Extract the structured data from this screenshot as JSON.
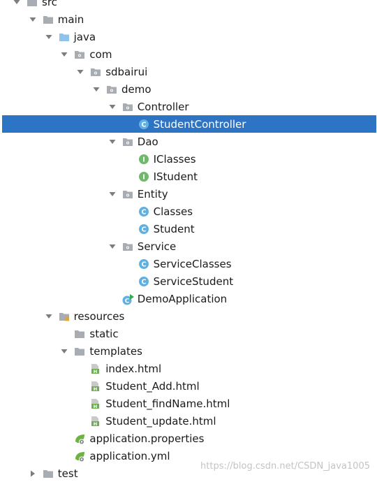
{
  "tree": {
    "nodes": [
      {
        "label": "src",
        "depth": 0,
        "arrow": "down",
        "icon": "folder-icon"
      },
      {
        "label": "main",
        "depth": 1,
        "arrow": "down",
        "icon": "folder-icon"
      },
      {
        "label": "java",
        "depth": 2,
        "arrow": "down",
        "icon": "source-folder-icon"
      },
      {
        "label": "com",
        "depth": 3,
        "arrow": "down",
        "icon": "package-icon"
      },
      {
        "label": "sdbairui",
        "depth": 4,
        "arrow": "down",
        "icon": "package-icon"
      },
      {
        "label": "demo",
        "depth": 5,
        "arrow": "down",
        "icon": "package-icon"
      },
      {
        "label": "Controller",
        "depth": 6,
        "arrow": "down",
        "icon": "package-icon"
      },
      {
        "label": "StudentController",
        "depth": 7,
        "arrow": "none",
        "icon": "class-icon",
        "selected": true
      },
      {
        "label": "Dao",
        "depth": 6,
        "arrow": "down",
        "icon": "package-icon"
      },
      {
        "label": "IClasses",
        "depth": 7,
        "arrow": "none",
        "icon": "interface-icon"
      },
      {
        "label": "IStudent",
        "depth": 7,
        "arrow": "none",
        "icon": "interface-icon"
      },
      {
        "label": "Entity",
        "depth": 6,
        "arrow": "down",
        "icon": "package-icon"
      },
      {
        "label": "Classes",
        "depth": 7,
        "arrow": "none",
        "icon": "class-icon"
      },
      {
        "label": "Student",
        "depth": 7,
        "arrow": "none",
        "icon": "class-icon"
      },
      {
        "label": "Service",
        "depth": 6,
        "arrow": "down",
        "icon": "package-icon"
      },
      {
        "label": "ServiceClasses",
        "depth": 7,
        "arrow": "none",
        "icon": "class-icon"
      },
      {
        "label": "ServiceStudent",
        "depth": 7,
        "arrow": "none",
        "icon": "class-icon"
      },
      {
        "label": "DemoApplication",
        "depth": 6,
        "arrow": "none",
        "icon": "spring-boot-class-icon"
      },
      {
        "label": "resources",
        "depth": 2,
        "arrow": "down",
        "icon": "resources-folder-icon"
      },
      {
        "label": "static",
        "depth": 3,
        "arrow": "none",
        "icon": "folder-icon"
      },
      {
        "label": "templates",
        "depth": 3,
        "arrow": "down",
        "icon": "folder-icon"
      },
      {
        "label": "index.html",
        "depth": 4,
        "arrow": "none",
        "icon": "html-file-icon"
      },
      {
        "label": "Student_Add.html",
        "depth": 4,
        "arrow": "none",
        "icon": "html-file-icon"
      },
      {
        "label": "Student_findName.html",
        "depth": 4,
        "arrow": "none",
        "icon": "html-file-icon"
      },
      {
        "label": "Student_update.html",
        "depth": 4,
        "arrow": "none",
        "icon": "html-file-icon"
      },
      {
        "label": "application.properties",
        "depth": 3,
        "arrow": "none",
        "icon": "spring-config-icon"
      },
      {
        "label": "application.yml",
        "depth": 3,
        "arrow": "none",
        "icon": "spring-config-icon"
      },
      {
        "label": "test",
        "depth": 1,
        "arrow": "right",
        "icon": "folder-icon"
      }
    ]
  },
  "watermark": "https://blog.csdn.net/CSDN_java1005",
  "colors": {
    "selection": "#2d74c5",
    "folder": "#a8adb3",
    "source_folder": "#8fc3ea",
    "class": "#5fb1e3",
    "interface": "#6fb96a",
    "html": "#6fae52",
    "spring": "#6db33f",
    "arrow": "#7d7d7d"
  }
}
